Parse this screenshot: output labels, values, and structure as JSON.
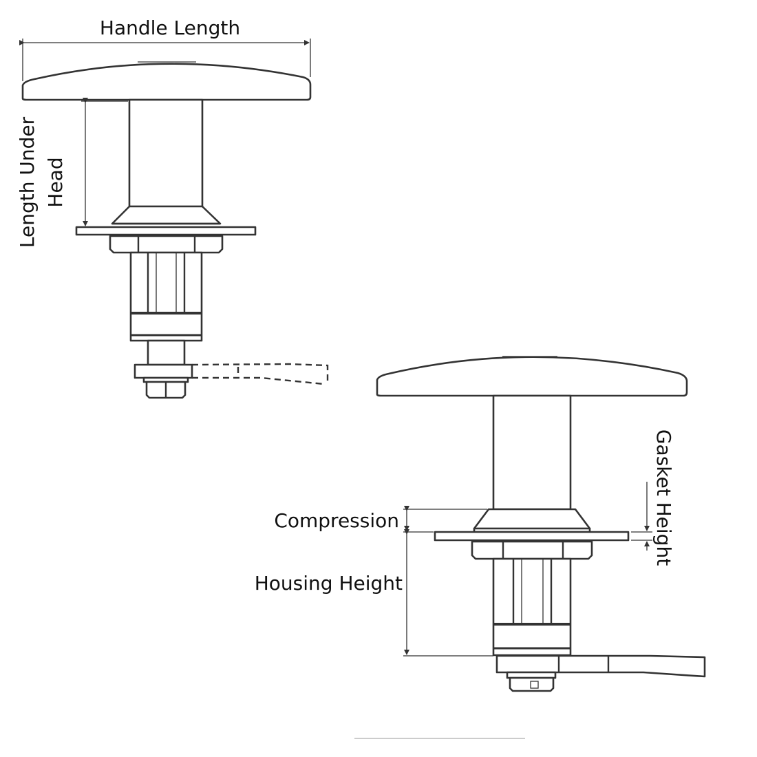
{
  "labels": {
    "handle_length": "Handle Length",
    "length_under_head_line1": "Length Under",
    "length_under_head_line2": "Head",
    "compression": "Compression",
    "housing_height": "Housing Height",
    "gasket_height": "Gasket Height"
  }
}
